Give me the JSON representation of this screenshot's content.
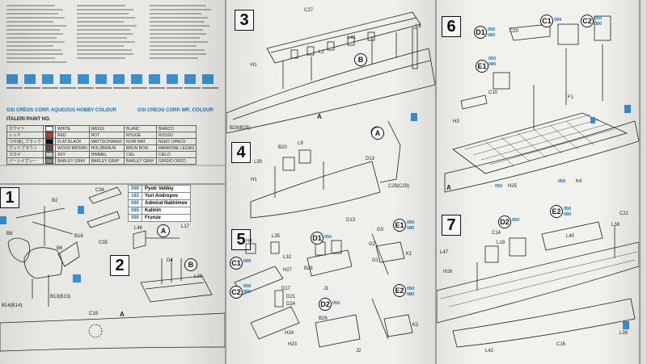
{
  "steps": {
    "s1": "1",
    "s2": "2",
    "s3": "3",
    "s4": "4",
    "s5": "5",
    "s6": "6",
    "s7": "7"
  },
  "paint_header": {
    "gsi_aqueous": "GSI CREOS CORP. AQUEOUS HOBBY COLOUR",
    "gsi_mr": "GSI CREOS CORP. MR. COLOUR",
    "italeri": "ITALERI PAINT NO."
  },
  "paint_rows": [
    {
      "en": "WHITE",
      "de": "WEISS",
      "fr": "BLANC",
      "it": "BIANCO",
      "jp": "ホワイト",
      "color": "#ffffff"
    },
    {
      "en": "RED",
      "de": "ROT",
      "fr": "ROUGE",
      "it": "ROSSO",
      "jp": "レッド",
      "color": "#c0392b"
    },
    {
      "en": "FLAT BLACK",
      "de": "MATTSCHWARZ",
      "fr": "NOIR MAT",
      "it": "NERO OPACO",
      "jp": "つや消しブラック",
      "color": "#111111"
    },
    {
      "en": "WOOD BROWN",
      "de": "HOLZBRAUN",
      "fr": "BRUN BOIS",
      "it": "MARRONE LEGNO",
      "jp": "ウッドブラウン",
      "color": "#6b4a2b"
    },
    {
      "en": "SKY",
      "de": "HIMMEL",
      "fr": "CIEL",
      "it": "CIELO",
      "jp": "スカイ",
      "color": "#bcd3c4"
    },
    {
      "en": "BARLEY GRAY",
      "de": "BARLEY GRAY",
      "fr": "BARLEY GRAY",
      "it": "GRIGIO ORZO",
      "jp": "バーレイグレー",
      "color": "#8f8a7e"
    }
  ],
  "ship_codes": [
    {
      "code": "099",
      "name": "Pyotr Velikiy"
    },
    {
      "code": "183",
      "name": "Yuri Andropov"
    },
    {
      "code": "080",
      "name": "Admiral Nakhimov"
    },
    {
      "code": "085",
      "name": "Kalinin"
    },
    {
      "code": "090",
      "name": "Frunze"
    }
  ],
  "labels": {
    "A": "A",
    "B": "B",
    "B2": "B2",
    "B6": "B6",
    "B8": "B8",
    "B18": "B18",
    "B13": "B13(B13)",
    "B14": "B14(B14)",
    "C34": "C34",
    "C35": "C35",
    "L46": "L46",
    "L17": "L17",
    "D4": "D4",
    "L28": "L28",
    "C19": "C19",
    "C27": "C27",
    "L2": "L2",
    "H1": "H1",
    "B29": "B29(B29)",
    "L41": "L41",
    "L8": "L8",
    "B20": "B20",
    "L9": "L9",
    "L30": "L30",
    "D13": "D13",
    "C29": "C29(C29)",
    "H4": "H4",
    "L35": "L35",
    "L32": "L32",
    "H27": "H27",
    "D1": "D1",
    "B26": "B26",
    "J1": "J1",
    "G3": "G3",
    "G2": "G2",
    "G1": "G1",
    "K1": "K1",
    "E1": "E1",
    "E2": "E2",
    "D2": "D2",
    "C1": "C1",
    "C2": "C2",
    "D17": "D17",
    "D21": "D21",
    "D24": "D24",
    "H24": "H24",
    "H23": "H23",
    "K2": "K2",
    "J2": "J2",
    "C20": "C20",
    "C10": "C10",
    "H3": "H3",
    "F1": "F1",
    "K4": "K4",
    "H25": "H25",
    "C21": "C21",
    "C14": "C14",
    "L19": "L19",
    "L40": "L40",
    "L38": "L38",
    "L47": "L47",
    "H16": "H16",
    "L42": "L42",
    "C16": "C16",
    "L39": "L39"
  },
  "codes": {
    "c099": "099",
    "c050": "050",
    "c080": "080",
    "c085": "085",
    "c090": "090"
  }
}
